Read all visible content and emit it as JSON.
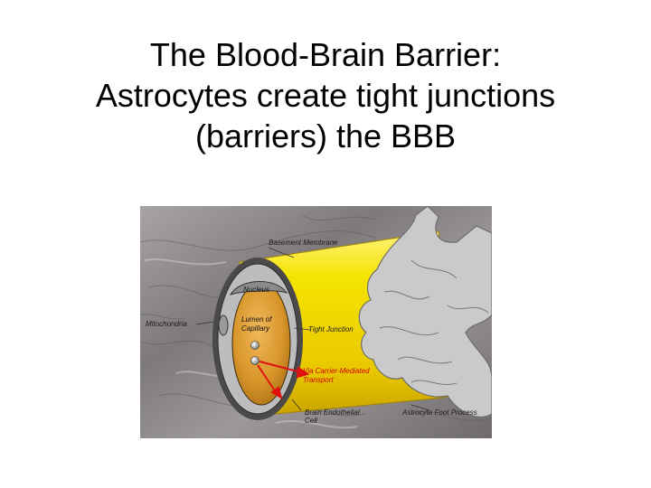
{
  "slide": {
    "title_lines": [
      "The Blood-Brain Barrier:",
      "Astrocytes create tight junctions",
      "(barriers) the BBB"
    ]
  },
  "figure": {
    "labels": {
      "basement_membrane": "Basement Membrane",
      "nucleus": "Nucleus",
      "mitochondria": "Mitochondria",
      "lumen_line1": "Lumen of",
      "lumen_line2": "Capillary",
      "tight_junction": "Tight Junction",
      "carrier_line1": "Via Carrier-Mediated",
      "carrier_line2": "Transport",
      "endothelial_line1": "Brain Endothelial",
      "endothelial_line2": "Cell",
      "astrocyte_foot": "Astrocyte Foot Process"
    },
    "colors": {
      "capillary_yellow": "#f2e000",
      "lumen_orange": "#d8952a",
      "endothelium_gray": "#b9b9b9",
      "astrocyte_gray": "#c9c9c9",
      "arrow_red": "#e01010",
      "tissue_background": "#8f8a8c"
    }
  }
}
